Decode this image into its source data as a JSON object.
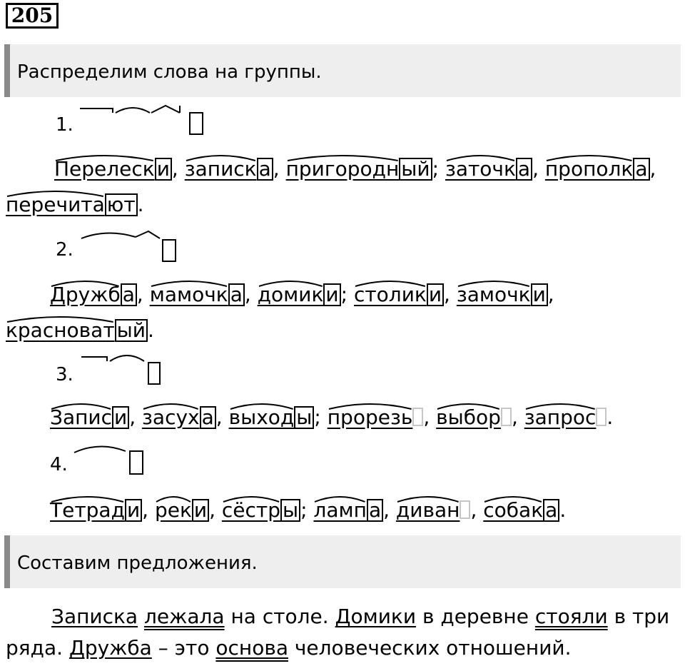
{
  "exercise_number": "205",
  "section1_title": "Распределим слова на группы.",
  "section2_title": "Составим предложения.",
  "groups": [
    {
      "number": "1.",
      "words": [
        {
          "stem": "Перелески",
          "ending": "и",
          "punct": ","
        },
        {
          "stem": "записка",
          "ending": "а",
          "punct": ","
        },
        {
          "stem": "пригородный",
          "ending": "ый",
          "punct": ";"
        },
        {
          "stem": "заточка",
          "ending": "а",
          "punct": ","
        },
        {
          "stem": "прополка",
          "ending": "а",
          "punct": ","
        },
        {
          "stem": "перечитают",
          "ending": "ют",
          "punct": "."
        }
      ]
    },
    {
      "number": "2.",
      "words": [
        {
          "stem": "Дружба",
          "ending": "а",
          "punct": ","
        },
        {
          "stem": "мамочка",
          "ending": "а",
          "punct": ","
        },
        {
          "stem": "домики",
          "ending": "и",
          "punct": ";"
        },
        {
          "stem": "столики",
          "ending": "и",
          "punct": ","
        },
        {
          "stem": "замочки",
          "ending": "и",
          "punct": ","
        },
        {
          "stem": "красноватый",
          "ending": "ый",
          "punct": "."
        }
      ]
    },
    {
      "number": "3.",
      "words": [
        {
          "stem": "Записи",
          "ending": "и",
          "punct": ","
        },
        {
          "stem": "засуха",
          "ending": "а",
          "punct": ","
        },
        {
          "stem": "выходы",
          "ending": "ы",
          "punct": ";"
        },
        {
          "stem": "прорезь",
          "ending": "",
          "punct": ","
        },
        {
          "stem": "выбор",
          "ending": "",
          "punct": ","
        },
        {
          "stem": "запрос",
          "ending": "",
          "punct": "."
        }
      ]
    },
    {
      "number": "4.",
      "words": [
        {
          "stem": "Тетради",
          "ending": "и",
          "punct": ","
        },
        {
          "stem": "реки",
          "ending": "и",
          "punct": ","
        },
        {
          "stem": "сёстры",
          "ending": "ы",
          "punct": ";"
        },
        {
          "stem": "лампа",
          "ending": "а",
          "punct": ","
        },
        {
          "stem": "диван",
          "ending": "",
          "punct": ","
        },
        {
          "stem": "собака",
          "ending": "а",
          "punct": "."
        }
      ]
    }
  ],
  "sentences": {
    "s1_subject": "Записка",
    "s1_predicate": "лежала",
    "s1_rest": "на столе.",
    "s2_subject": "Домики",
    "s2_mid": "в деревне",
    "s2_predicate": "стояли",
    "s2_rest": "в три ряда.",
    "s3_subject": "Дружба",
    "s3_dash": "– это",
    "s3_predicate": "основа",
    "s3_rest": "человеческих отношений."
  }
}
